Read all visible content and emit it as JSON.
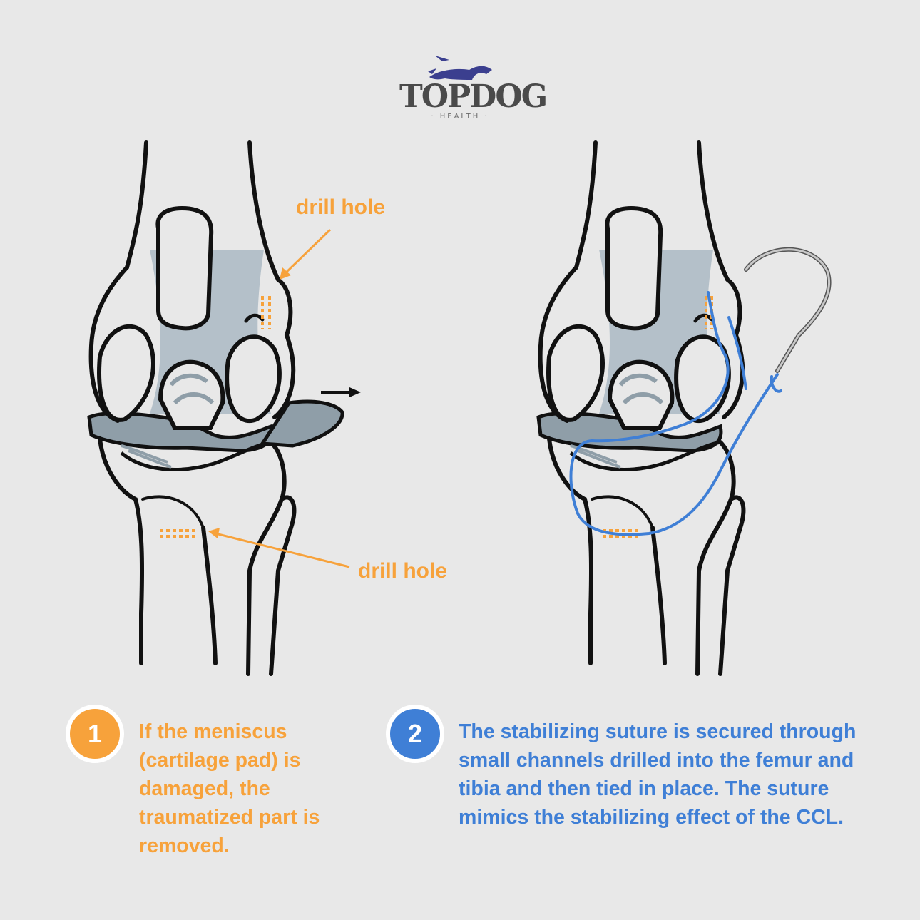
{
  "logo": {
    "name": "TOPDOG",
    "tagline": "· HEALTH ·"
  },
  "callouts": {
    "drill_hole_top": "drill hole",
    "drill_hole_bottom": "drill hole"
  },
  "steps": [
    {
      "number": "1",
      "text": "If the meniscus (cartilage pad) is damaged, the traumatized part is removed."
    },
    {
      "number": "2",
      "text": "The stabilizing suture is secured through small channels drilled into the femur and tibia and then tied in place. The suture mimics the stabilizing effect of the CCL."
    }
  ],
  "colors": {
    "background": "#e8e8e8",
    "orange": "#f7a23b",
    "blue": "#3f7fd6",
    "bone_shade": "#b4c0c9",
    "outline": "#111111"
  }
}
